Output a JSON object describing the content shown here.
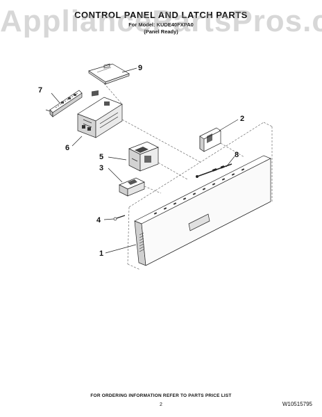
{
  "watermark": "AppliancePartsPros.com",
  "header": {
    "title": "CONTROL PANEL AND LATCH PARTS",
    "model_line": "For Model: KUDE40FXPA0",
    "variant": "(Panel Ready)"
  },
  "callouts": [
    "1",
    "2",
    "3",
    "4",
    "5",
    "6",
    "7",
    "8",
    "9"
  ],
  "footer": {
    "ordering_note": "FOR ORDERING INFORMATION REFER TO PARTS PRICE LIST",
    "page_number": "2",
    "part_code": "W10515795"
  }
}
